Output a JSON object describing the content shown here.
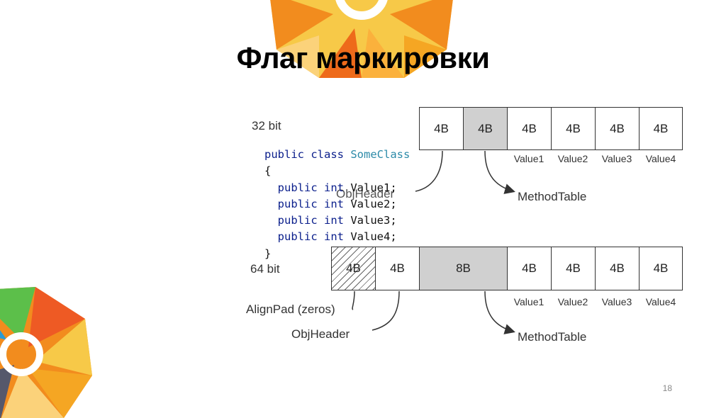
{
  "title": "Флаг маркировки",
  "page_number": "18",
  "colors": {
    "gear_orange": "#f28c1e",
    "gear_yellow": "#f7c948",
    "cell_gray": "#d0d0d0",
    "keyword_blue": "#0b1f8c",
    "type_teal": "#2b8aa8"
  },
  "diagram": {
    "row32": {
      "label": "32 bit",
      "cells": [
        "4B",
        "4B",
        "4B",
        "4B",
        "4B",
        "4B"
      ],
      "value_labels": [
        "Value1",
        "Value2",
        "Value3",
        "Value4"
      ],
      "annotations": {
        "obj_header": "ObjHeader",
        "method_table": "MethodTable"
      }
    },
    "row64": {
      "label": "64 bit",
      "cells": [
        "4B",
        "4B",
        "8B",
        "4B",
        "4B",
        "4B",
        "4B"
      ],
      "value_labels": [
        "Value1",
        "Value2",
        "Value3",
        "Value4"
      ],
      "annotations": {
        "align_pad": "AlignPad (zeros)",
        "obj_header": "ObjHeader",
        "method_table": "MethodTable"
      }
    },
    "code": {
      "line1_kw": "public class",
      "line1_type": "SomeClass",
      "open_brace": "{",
      "fields": [
        {
          "kw": "public int",
          "name": "Value1;"
        },
        {
          "kw": "public int",
          "name": "Value2;"
        },
        {
          "kw": "public int",
          "name": "Value3;"
        },
        {
          "kw": "public int",
          "name": "Value4;"
        }
      ],
      "close_brace": "}"
    }
  }
}
